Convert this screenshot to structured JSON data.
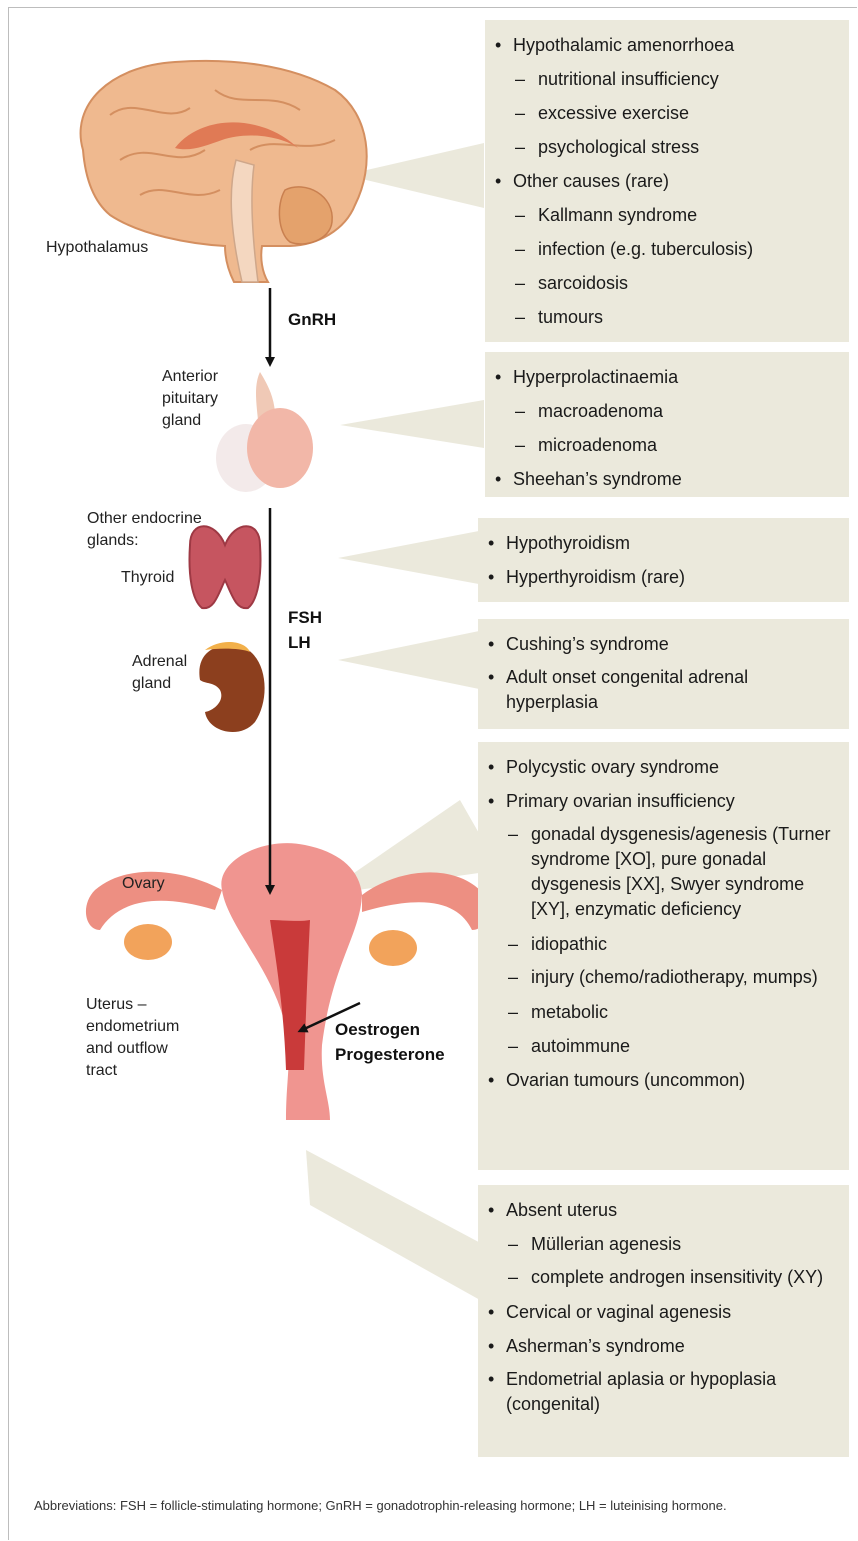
{
  "labels": {
    "hypothalamus": "Hypothalamus",
    "anterior_pituitary": [
      "Anterior",
      "pituitary",
      "gland"
    ],
    "other_endocrine": [
      "Other endocrine",
      "glands:"
    ],
    "thyroid": "Thyroid",
    "adrenal": [
      "Adrenal",
      "gland"
    ],
    "ovary": "Ovary",
    "uterus": [
      "Uterus –",
      "endometrium",
      "and outflow",
      "tract"
    ]
  },
  "hormones": {
    "gnrh": "GnRH",
    "fsh": "FSH",
    "lh": "LH",
    "oestrogen": "Oestrogen",
    "progesterone": "Progesterone"
  },
  "boxes": {
    "hypothalamic": [
      {
        "type": "bullet",
        "text": "Hypothalamic amenorrhoea"
      },
      {
        "type": "dash",
        "text": "nutritional insufficiency"
      },
      {
        "type": "dash",
        "text": "excessive exercise"
      },
      {
        "type": "dash",
        "text": "psychological stress"
      },
      {
        "type": "bullet",
        "text": "Other causes (rare)"
      },
      {
        "type": "dash",
        "text": "Kallmann syndrome"
      },
      {
        "type": "dash",
        "text": "infection (e.g. tuberculosis)"
      },
      {
        "type": "dash",
        "text": "sarcoidosis"
      },
      {
        "type": "dash",
        "text": "tumours"
      }
    ],
    "pituitary": [
      {
        "type": "bullet",
        "text": "Hyperprolactinaemia"
      },
      {
        "type": "dash",
        "text": "macroadenoma"
      },
      {
        "type": "dash",
        "text": "microadenoma"
      },
      {
        "type": "bullet",
        "text": "Sheehan’s syndrome"
      }
    ],
    "thyroid": [
      {
        "type": "bullet",
        "text": "Hypothyroidism"
      },
      {
        "type": "bullet",
        "text": "Hyperthyroidism (rare)"
      }
    ],
    "adrenal": [
      {
        "type": "bullet",
        "text": "Cushing’s syndrome"
      },
      {
        "type": "bullet",
        "text": "Adult onset congenital adrenal hyperplasia",
        "wrap": true
      }
    ],
    "ovarian": [
      {
        "type": "bullet",
        "text": "Polycystic ovary syndrome"
      },
      {
        "type": "bullet",
        "text": "Primary ovarian insufficiency"
      },
      {
        "type": "dash",
        "text": "gonadal dysgenesis/agenesis (Turner syndrome [XO], pure gonadal dysgenesis [XX], Swyer syndrome [XY], enzymatic deficiency",
        "wrap": true
      },
      {
        "type": "dash",
        "text": "idiopathic"
      },
      {
        "type": "dash",
        "text": "injury (chemo/radiotherapy, mumps)",
        "wrap": true
      },
      {
        "type": "dash",
        "text": "metabolic"
      },
      {
        "type": "dash",
        "text": "autoimmune"
      },
      {
        "type": "bullet",
        "text": "Ovarian tumours (uncommon)"
      }
    ],
    "uterine": [
      {
        "type": "bullet",
        "text": "Absent uterus"
      },
      {
        "type": "dash",
        "text": "Müllerian agenesis"
      },
      {
        "type": "dash",
        "text": "complete androgen insensitivity (XY)",
        "wrap": true
      },
      {
        "type": "bullet",
        "text": "Cervical or vaginal agenesis"
      },
      {
        "type": "bullet",
        "text": "Asherman’s syndrome"
      },
      {
        "type": "bullet",
        "text": "Endometrial aplasia or hypoplasia (congenital)",
        "wrap": true
      }
    ]
  },
  "footnote": "Abbreviations: FSH = follicle-stimulating hormone; GnRH = gonadotrophin-releasing hormone; LH = luteinising hormone.",
  "colors": {
    "box_bg": "#ebe9dc",
    "arrow_bg": "#ebe9dc",
    "text": "#1a1a1a",
    "flow_arrow": "#111111"
  }
}
